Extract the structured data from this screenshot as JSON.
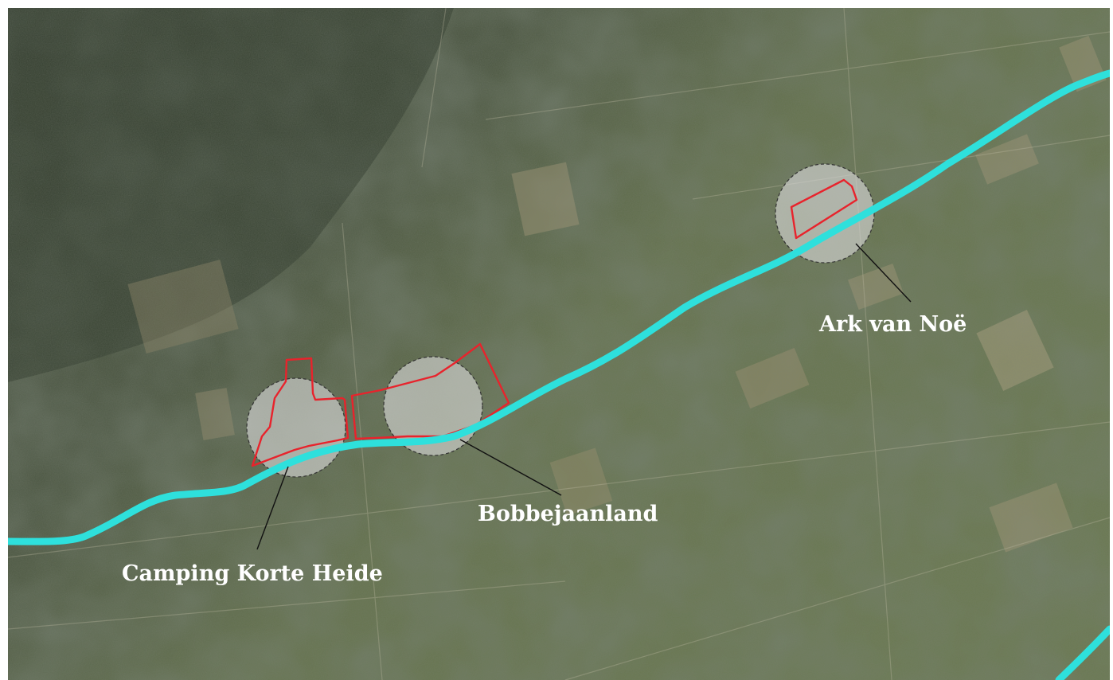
{
  "map": {
    "colors": {
      "river": "#2ee0dc",
      "boundary": "#e8232c",
      "label": "#ffffff",
      "leader_line": "#111111",
      "highlight_fill": "#d9d9d9"
    },
    "places": [
      {
        "id": "camping-korte-heide",
        "label": "Camping Korte Heide"
      },
      {
        "id": "bobbejaanland",
        "label": "Bobbejaanland"
      },
      {
        "id": "ark-van-noe",
        "label": "Ark van Noë"
      }
    ]
  }
}
